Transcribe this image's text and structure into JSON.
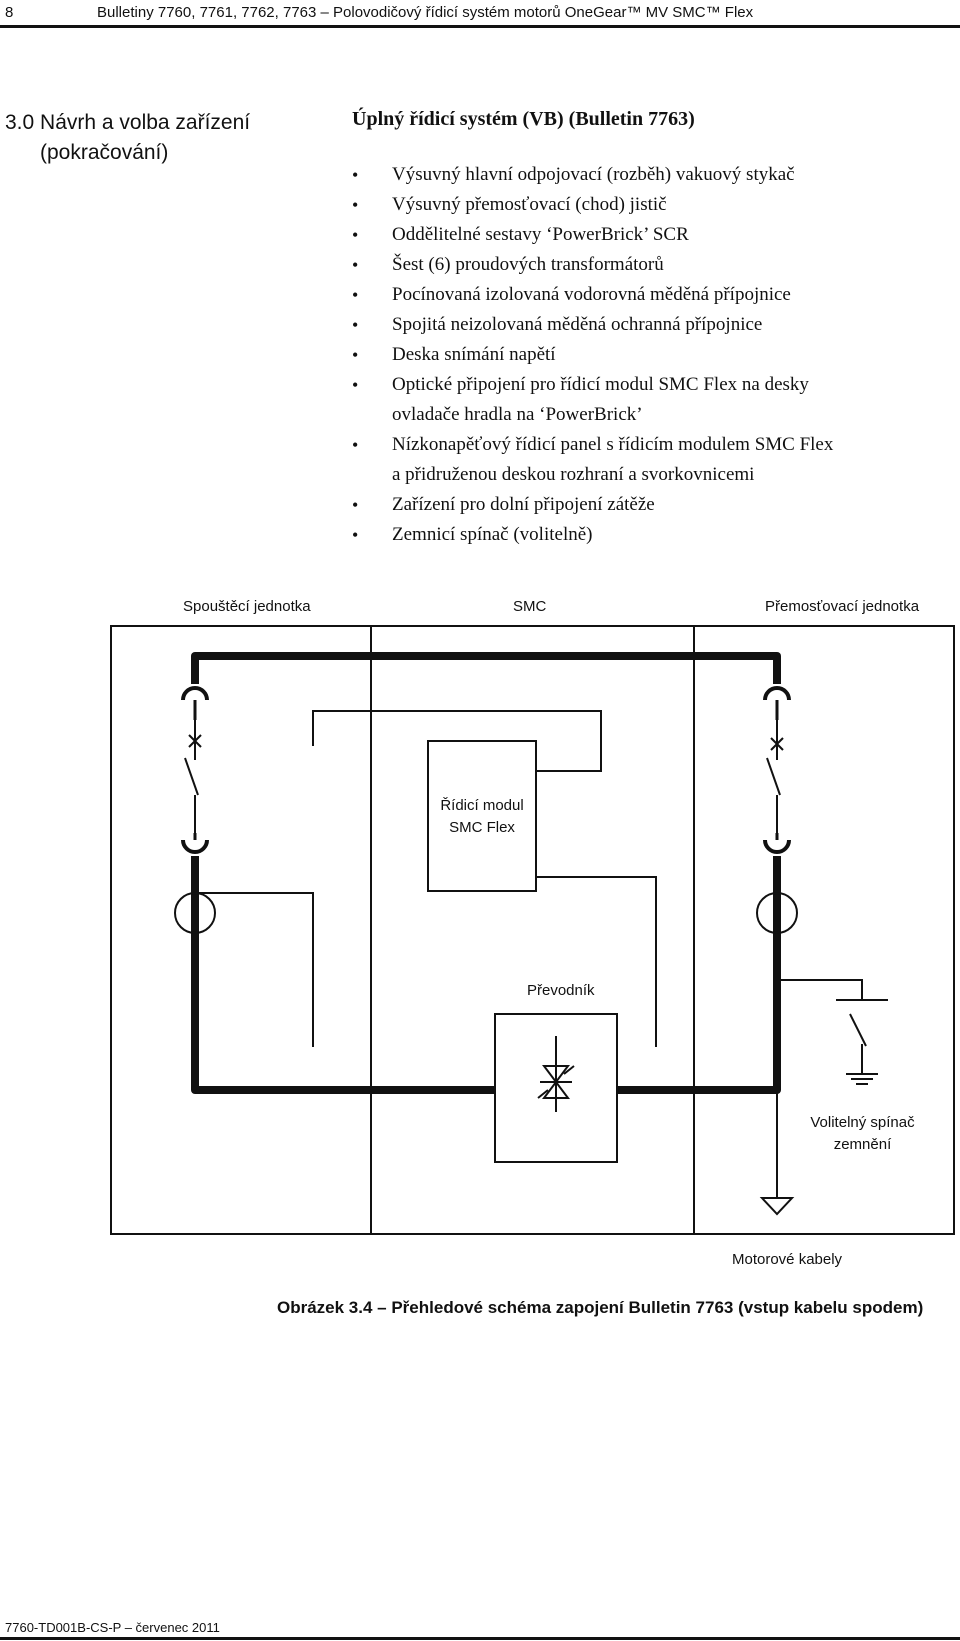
{
  "header": {
    "page_number": "8",
    "title": "Bulletiny 7760, 7761, 7762, 7763 – Polovodičový řídicí systém motorů OneGear™ MV SMC™ Flex"
  },
  "section": {
    "line1": "3.0  Návrh a volba zařízení",
    "line2": "(pokračování)"
  },
  "subtitle": "Úplný řídicí systém (VB) (Bulletin 7763)",
  "bullets": [
    [
      "Výsuvný hlavní odpojovací (rozběh) vakuový stykač"
    ],
    [
      "Výsuvný přemosťovací (chod) jistič"
    ],
    [
      "Oddělitelné sestavy ‘PowerBrick’ SCR"
    ],
    [
      "Šest (6) proudových transformátorů"
    ],
    [
      "Pocínovaná izolovaná vodorovná měděná přípojnice"
    ],
    [
      "Spojitá neizolovaná měděná ochranná přípojnice"
    ],
    [
      "Deska snímání napětí"
    ],
    [
      "Optické připojení pro řídicí modul SMC Flex na desky",
      "ovladače hradla na ‘PowerBrick’"
    ],
    [
      "Nízkonapěťový řídicí panel s řídicím modulem SMC Flex",
      "a přidruženou deskou rozhraní a svorkovnicemi"
    ],
    [
      "Zařízení pro dolní připojení zátěže"
    ],
    [
      "Zemnicí spínač (volitelně)"
    ]
  ],
  "bullet_glyph": "•",
  "diagram": {
    "label_left": "Spouštěcí jednotka",
    "label_center": "SMC",
    "label_right": "Přemosťovací jednotka",
    "control_module_line1": "Řídicí modul",
    "control_module_line2": "SMC Flex",
    "converter": "Převodník",
    "ground_switch_line1": "Volitelný spínač",
    "ground_switch_line2": "zemnění",
    "motor_cables": "Motorové kabely"
  },
  "figure_caption": "Obrázek 3.4 – Přehledové schéma zapojení Bulletin 7763 (vstup kabelu spodem)",
  "footer": "7760-TD001B-CS-P – červenec 2011"
}
